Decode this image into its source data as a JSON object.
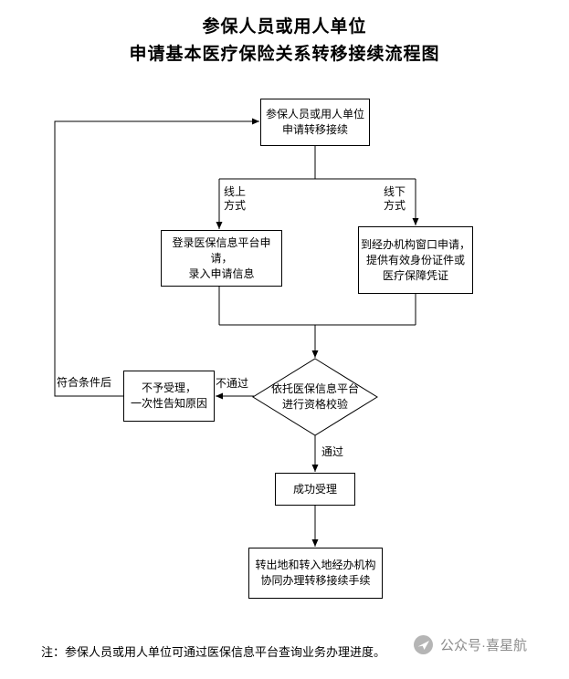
{
  "title": {
    "line1": "参保人员或用人单位",
    "line2": "申请基本医疗保险关系转移接续流程图"
  },
  "flow": {
    "apply": {
      "line1": "参保人员或用人单位",
      "line2": "申请转移接续"
    },
    "online_label": {
      "line1": "线上",
      "line2": "方式"
    },
    "offline_label": {
      "line1": "线下",
      "line2": "方式"
    },
    "online": {
      "line1": "登录医保信息平台申请，",
      "line2": "录入申请信息"
    },
    "offline": {
      "line1": "到经办机构窗口申请，",
      "line2": "提供有效身份证件或",
      "line3": "医疗保障凭证"
    },
    "check": {
      "line1": "依托医保信息平台",
      "line2": "进行资格校验"
    },
    "fail_label": "不通过",
    "pass_label": "通过",
    "requalify_label": "符合条件后",
    "reject": {
      "line1": "不予受理，",
      "line2": "一次性告知原因"
    },
    "accept": "成功受理",
    "final": {
      "line1": "转出地和转入地经办机构",
      "line2": "协同办理转移接续手续"
    }
  },
  "footer": {
    "note": "注：参保人员或用人单位可通过医保信息平台查询业务办理进度。",
    "watermark": "公众号·喜星航"
  },
  "colors": {
    "line": "#000000",
    "watermark_gray": "#8c8c8c"
  }
}
